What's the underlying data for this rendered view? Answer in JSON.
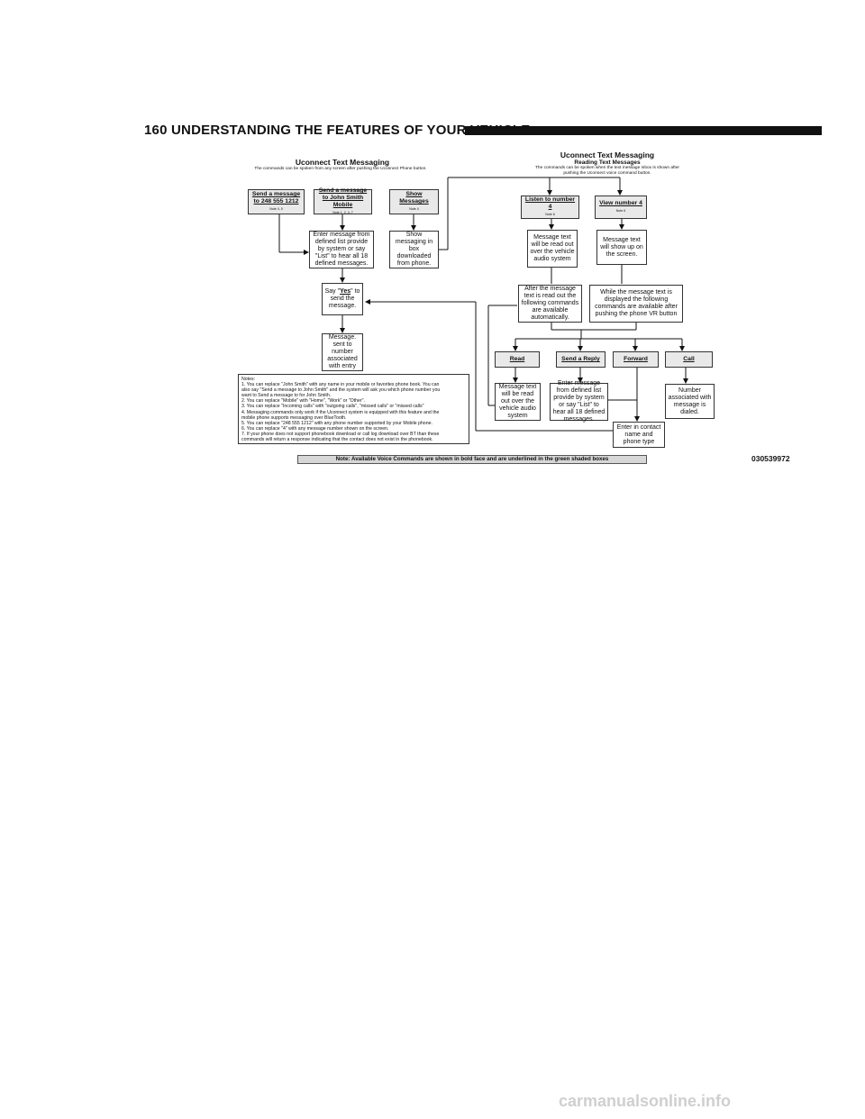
{
  "page": {
    "page_number": "160",
    "section_title": "UNDERSTANDING THE FEATURES OF YOUR VEHICLE",
    "image_code": "030539972",
    "watermark": "carmanualsonline.info"
  },
  "left_chart": {
    "title": "Uconnect Text Messaging",
    "subtitle": "The commands can be spoken from any screen after pushing the Uconnect Phone button.",
    "cmd_send_number": "Send a message to 248 555 1212",
    "cmd_send_number_notes": "Note 4, 5",
    "cmd_send_contact": "Send a message to John Smith Mobile",
    "cmd_send_contact_notes": "Note 1, 2, 4, 7",
    "cmd_show": "Show Messages",
    "cmd_show_notes": "Note 4",
    "enter_message": "Enter message from defined list provide by system or say \"List\" to hear all 18 defined messages.",
    "show_messaging": "Show messaging in box downloaded from phone.",
    "say_yes_pre": "Say \"",
    "say_yes_word": "Yes",
    "say_yes_post": "\" to send the message.",
    "message_sent": "Message. sent to number associated with entry"
  },
  "notes": {
    "heading": "Notes:",
    "lines": [
      "1. You can replace \"John Smith\" with any name in your mobile or favorites phone book. You can",
      "also say \"Send a message to John Smith\" and the system will ask you which phone number you",
      "want to Send a message to for John Smith.",
      "2. You can replace \"Mobile\" with \"Home\", \"Work\" or \"Other\".",
      "3. You can replace \"Incoming calls\" with \"outgoing calls\", \"missed calls\" or \"missed calls\"",
      "4. Messaging commands only work if the Uconnect system is equipped with this feature and the",
      "mobile phone supports messaging over BlueTooth.",
      "5. You can replace \"248 555 1212\" with any phone number supported by your Mobile phone.",
      "6. You can replace \"4\" with any message number shown on the screen.",
      "7. If your phone does not support phonebook download or call log download over BT than these",
      "commands will return a response indicating that the contact does not exist in the phonebook."
    ]
  },
  "right_chart": {
    "title": "Uconnect Text Messaging",
    "subtitle": "Reading Text Messages",
    "description": "The commands can be spoken when the text message inbox is shown after pushing the Uconnect voice command button.",
    "cmd_listen": "Listen to number 4",
    "cmd_listen_notes": "Note 6",
    "cmd_view": "View number 4",
    "cmd_view_notes": "Note 6",
    "listen_result": "Message text will be read out over the vehicle audio system",
    "view_result": "Message text will show up on the screen.",
    "after_read": "After the message text is read out the following commands are available automatically.",
    "while_displayed": "While the message text is displayed the following commands are available after pushing the phone VR button",
    "cmd_read": "Read",
    "cmd_reply": "Send a Reply",
    "cmd_forward": "Forward",
    "cmd_call": "Call",
    "read_result": "Message text will be read out over the vehicle audio system",
    "reply_result": "Enter message from defined list provide by system or say \"List\" to hear all 18 defined messages.",
    "call_result": "Number associated with message is dialed.",
    "forward_result": "Enter in contact name and phone type"
  },
  "footer_note": "Note: Available Voice Commands are shown in bold face and are underlined in the green shaded boxes"
}
